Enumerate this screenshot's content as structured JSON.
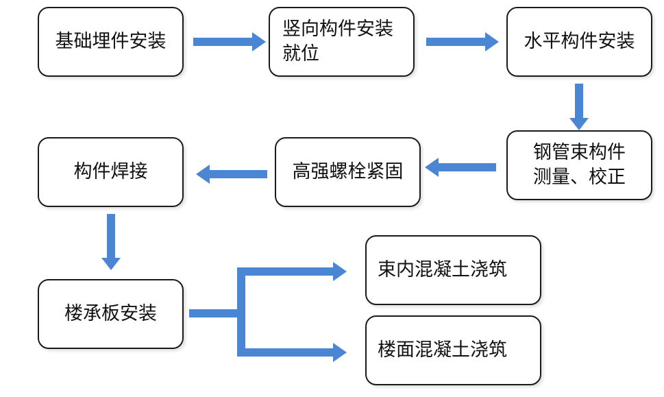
{
  "colors": {
    "arrow": "#4a86d4",
    "box_border": "#1a1a1a",
    "text": "#111111"
  },
  "steps": {
    "s1": "基础埋件安装",
    "s2": "竖向构件安装\n就位",
    "s3": "水平构件安装",
    "s4": "钢管束构件\n测量、校正",
    "s5": "高强螺栓紧固",
    "s6": "构件焊接",
    "s7": "楼承板安装",
    "s8": "束内混凝土浇筑",
    "s9": "楼面混凝土浇筑"
  }
}
